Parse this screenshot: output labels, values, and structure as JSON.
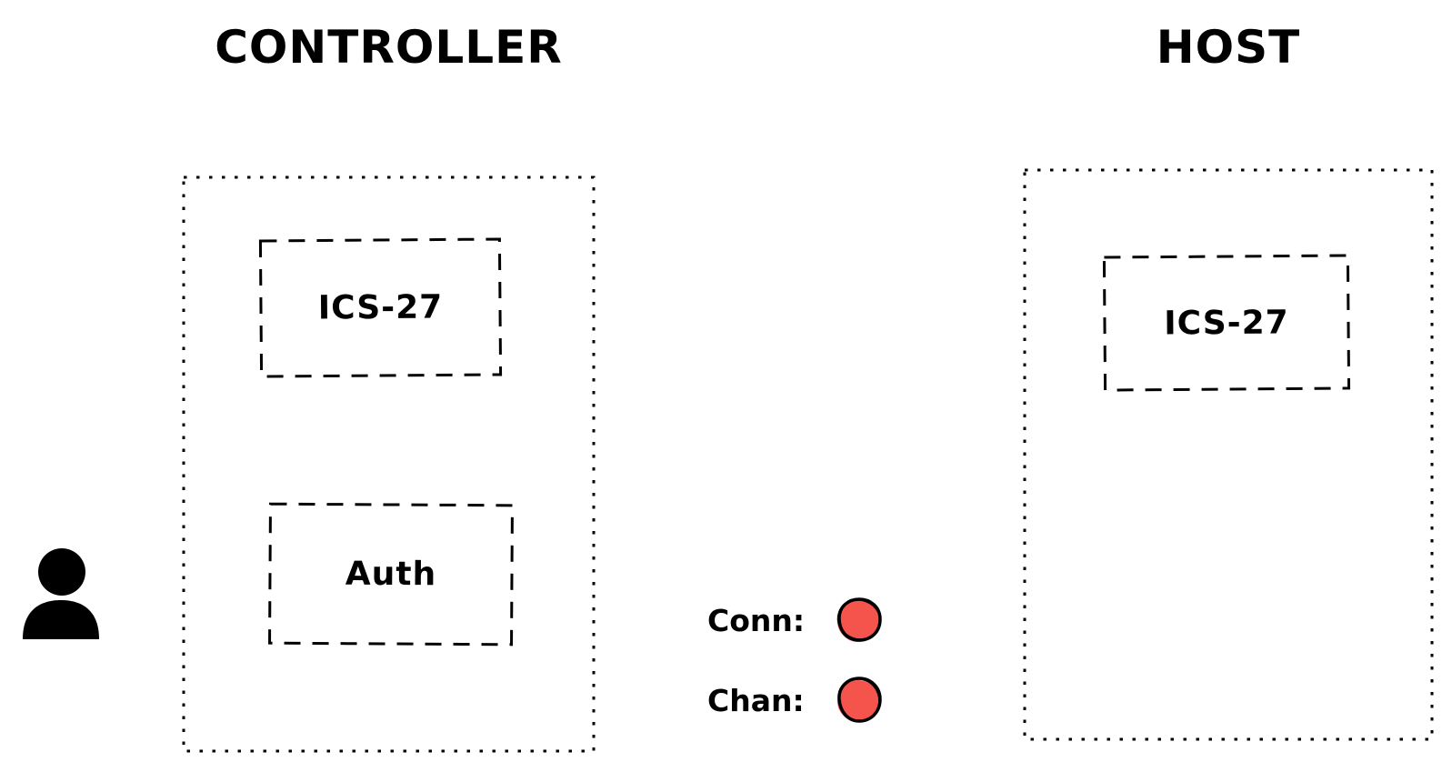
{
  "controller": {
    "title": "CONTROLLER",
    "modules": [
      {
        "label": "ICS-27"
      },
      {
        "label": "Auth"
      }
    ]
  },
  "host": {
    "title": "HOST",
    "modules": [
      {
        "label": "ICS-27"
      }
    ]
  },
  "status": {
    "items": [
      {
        "label": "Conn:",
        "color": "#f4544c"
      },
      {
        "label": "Chan:",
        "color": "#f4544c"
      }
    ]
  },
  "icons": {
    "user": "person-silhouette"
  },
  "colors": {
    "ink": "#000000",
    "background": "#ffffff",
    "status_red": "#f4544c"
  }
}
